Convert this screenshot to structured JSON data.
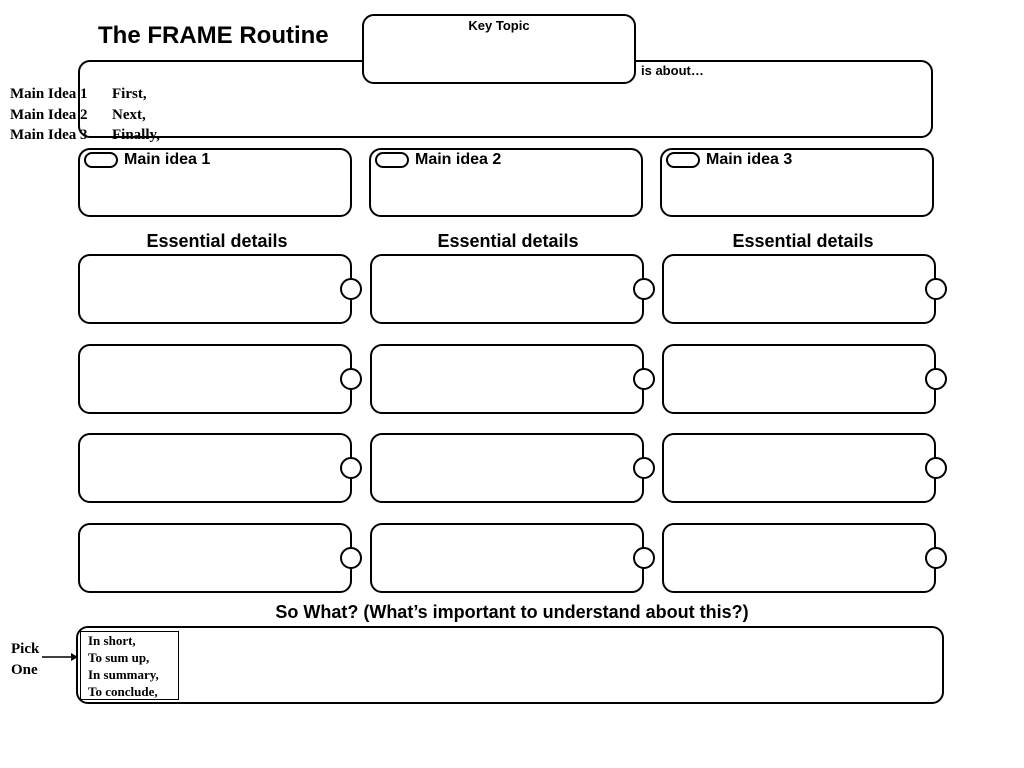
{
  "title": "The FRAME Routine",
  "key_topic": {
    "label": "Key Topic",
    "is_about": "is about…"
  },
  "main_idea_labels": [
    {
      "label": "Main Idea 1",
      "connector": "First,"
    },
    {
      "label": "Main Idea 2",
      "connector": "Next,"
    },
    {
      "label": "Main Idea 3",
      "connector": "Finally,"
    }
  ],
  "main_ideas": [
    {
      "label": "Main idea 1"
    },
    {
      "label": "Main idea 2"
    },
    {
      "label": "Main idea 3"
    }
  ],
  "essential_details_heading": "Essential details",
  "so_what": "So What? (What’s important to understand about this?)",
  "pick_one": {
    "line1": "Pick",
    "line2": "One"
  },
  "conclusion_phrases": [
    "In short,",
    "To sum up,",
    "In summary,",
    "To conclude,"
  ]
}
